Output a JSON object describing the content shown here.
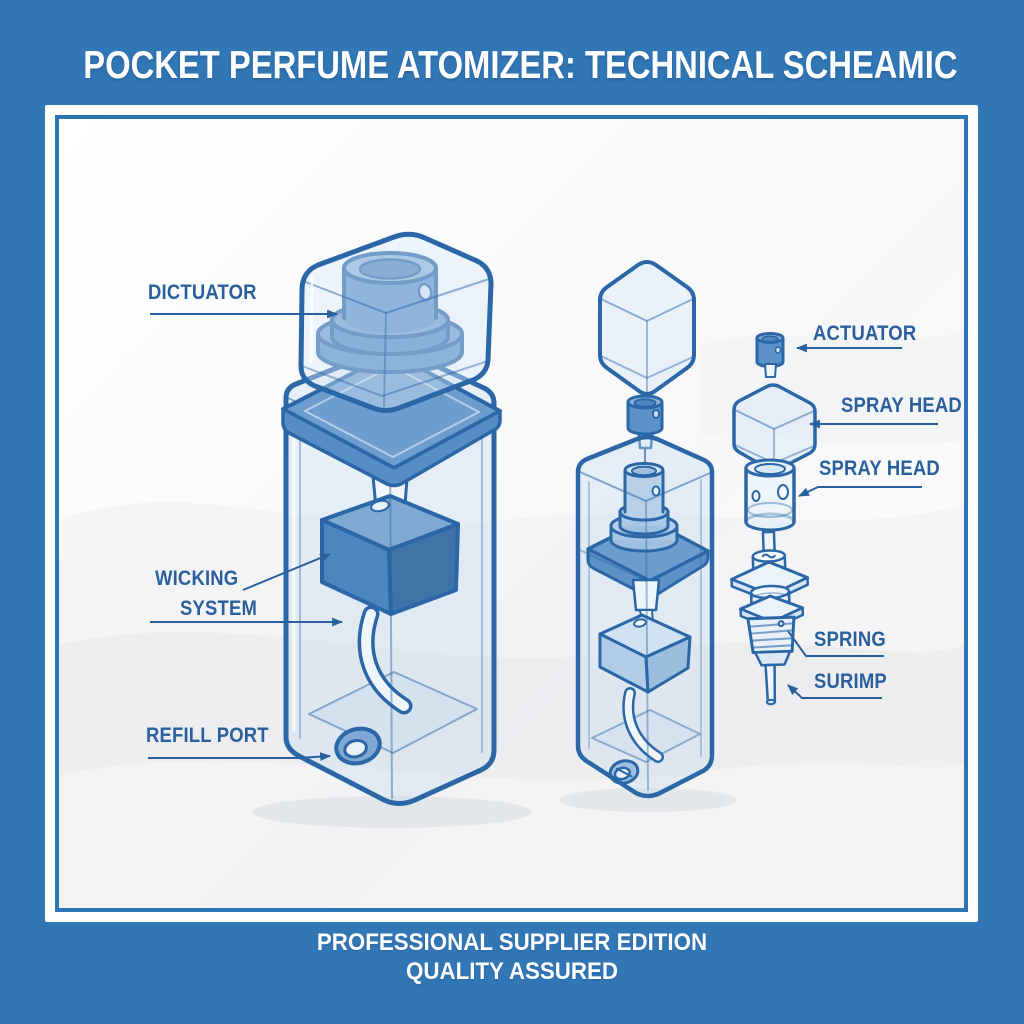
{
  "title": "POCKET PERFUME ATOMIZER: TECHNICAL SCHEAMIC",
  "labels": {
    "dictuator": "DICTUATOR",
    "wicking_line1": "WICKING",
    "wicking_line2": "SYSTEM",
    "refill_port": "REFILL PORT",
    "actuator": "ACTUATOR",
    "spray_head_upper": "SPRAY HEAD",
    "spray_head_lower": "SPRAY HEAD",
    "spring": "SPRING",
    "surimp": "SURIMP"
  },
  "footer": {
    "line1": "PROFESSIONAL SUPPLIER EDITION",
    "line2": "QUALITY ASSURED"
  },
  "colors": {
    "background_blue": "#3176b5",
    "panel_border_blue": "#2e74b4",
    "outline_blue": "#2b67a6",
    "label_text_blue": "#2a5f9d",
    "component_blue": "#5b92c8",
    "component_blue_dark": "#3f74a9",
    "component_blue_light": "#8cb3da",
    "glass_tint": "#d8e8f7",
    "panel_white": "#ffffff"
  }
}
